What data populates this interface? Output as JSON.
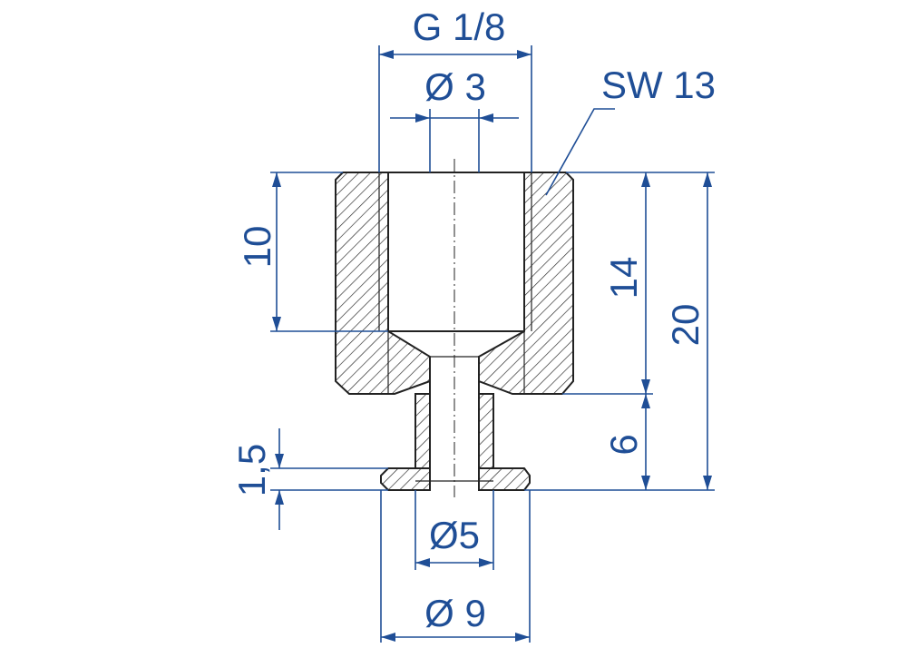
{
  "labels": {
    "thread": "G 1/8",
    "bore_dia": "Ø 3",
    "wrench": "SW 13",
    "thread_depth": "10",
    "upper_height": "14",
    "total_height": "20",
    "stem_height": "6",
    "flange_thickness": "1,5",
    "stem_dia": "Ø5",
    "flange_dia": "Ø 9"
  },
  "colors": {
    "dimension": "#1f4e96",
    "part": "#222222"
  }
}
